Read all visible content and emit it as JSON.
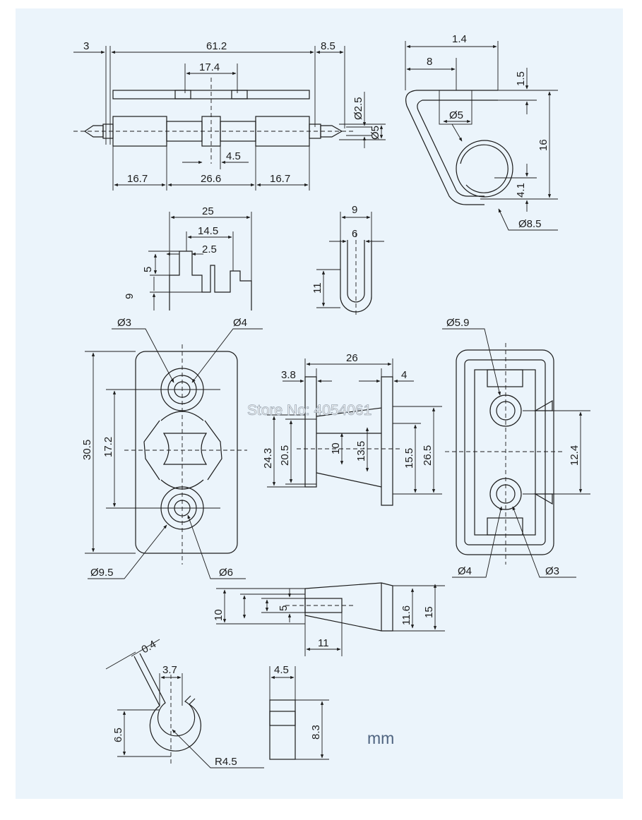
{
  "colors": {
    "sheet_background": "#ebf4fb",
    "line": "#1c1c1c",
    "watermark": "#ffffff",
    "unit_text": "#4f6480"
  },
  "watermark": "Store No: 4054061",
  "unit_label": "mm",
  "dims": {
    "top_view": {
      "d1": "3",
      "d2": "61.2",
      "d3": "8.5",
      "d4": "17.4",
      "d5": "Ø2.5",
      "d6": "Ø5",
      "d7": "4.5",
      "d8": "16.7",
      "d9": "26.6",
      "d10": "16.7"
    },
    "side_view": {
      "d1": "1.4",
      "d2": "8",
      "d3": "1.5",
      "d4": "Ø5",
      "d5": "16",
      "d6": "4.1",
      "d7": "Ø8.5"
    },
    "tab_view": {
      "d1": "25",
      "d2": "14.5",
      "d3": "2.5",
      "d4": "5",
      "d5": "9"
    },
    "slot_view": {
      "d1": "9",
      "d2": "6",
      "d3": "11"
    },
    "left_plate": {
      "d1": "Ø3",
      "d2": "Ø4",
      "d3": "30.5",
      "d4": "17.2",
      "d5": "Ø9.5",
      "d6": "Ø6"
    },
    "mid_section": {
      "d1": "26",
      "d2": "3.8",
      "d3": "4",
      "d4": "24.3",
      "d5": "20.5",
      "d6": "10",
      "d7": "13.5",
      "d8": "15.5",
      "d9": "26.5"
    },
    "right_plate": {
      "d1": "Ø5.9",
      "d2": "12.4",
      "d3": "Ø4",
      "d4": "Ø3"
    },
    "lower_section": {
      "d1": "10",
      "d2": "5",
      "d3": "11.6",
      "d4": "15",
      "d5": "11"
    },
    "clip_view": {
      "d1": "0.4",
      "d2": "3.7",
      "d3": "6.5",
      "d4": "R4.5"
    },
    "pin_view": {
      "d1": "4.5",
      "d2": "8.3"
    }
  }
}
